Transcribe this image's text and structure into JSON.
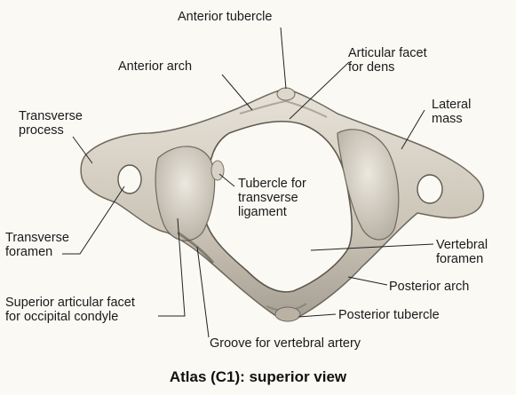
{
  "caption": "Atlas (C1): superior view",
  "labels": {
    "anterior_tubercle": "Anterior tubercle",
    "anterior_arch": "Anterior arch",
    "articular_facet_dens": [
      "Articular facet",
      "for dens"
    ],
    "lateral_mass": [
      "Lateral",
      "mass"
    ],
    "transverse_process": [
      "Transverse",
      "process"
    ],
    "tubercle_transverse_ligament": [
      "Tubercle for",
      "transverse",
      "ligament"
    ],
    "transverse_foramen": [
      "Transverse",
      "foramen"
    ],
    "vertebral_foramen": [
      "Vertebral",
      "foramen"
    ],
    "posterior_arch": "Posterior arch",
    "superior_articular_facet": [
      "Superior articular facet",
      "for occipital condyle"
    ],
    "posterior_tubercle": "Posterior tubercle",
    "groove_vertebral_artery": "Groove for vertebral artery"
  },
  "colors": {
    "bone": "#cfc9bd",
    "bone_light": "#e6e1d6",
    "bone_shadow": "#8f887c",
    "leader": "#222222"
  }
}
